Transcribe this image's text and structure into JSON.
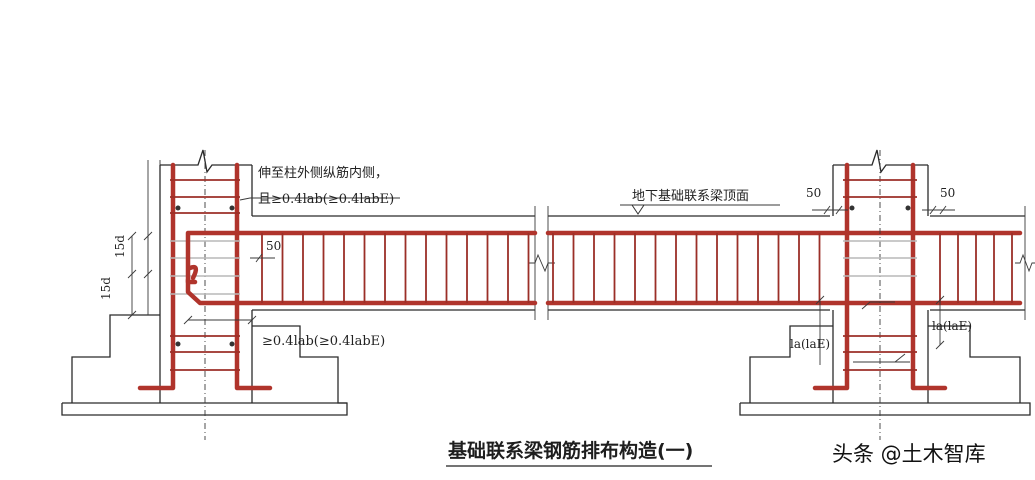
{
  "labels": {
    "left_note_line1": "伸至柱外侧纵筋内侧，",
    "left_note_line2": "且≥0.4lab(≥0.4labE)",
    "top_surface": "地下基础联系梁顶面",
    "dim_50_top_mid": "50",
    "dim_50_top_right": "50",
    "dim_50_left": "50",
    "dim_15d_a": "15d",
    "dim_15d_b": "15d",
    "bottom_anchor": "≥0.4lab(≥0.4labE)",
    "la_left": "la(laE)",
    "la_right": "la(laE)"
  },
  "title": "基础联系梁钢筋排布构造(一)",
  "watermark": "头条 @土木智库",
  "colors": {
    "rebar": "#b0342c",
    "lines": "#2b2b2b",
    "background": "#ffffff"
  }
}
